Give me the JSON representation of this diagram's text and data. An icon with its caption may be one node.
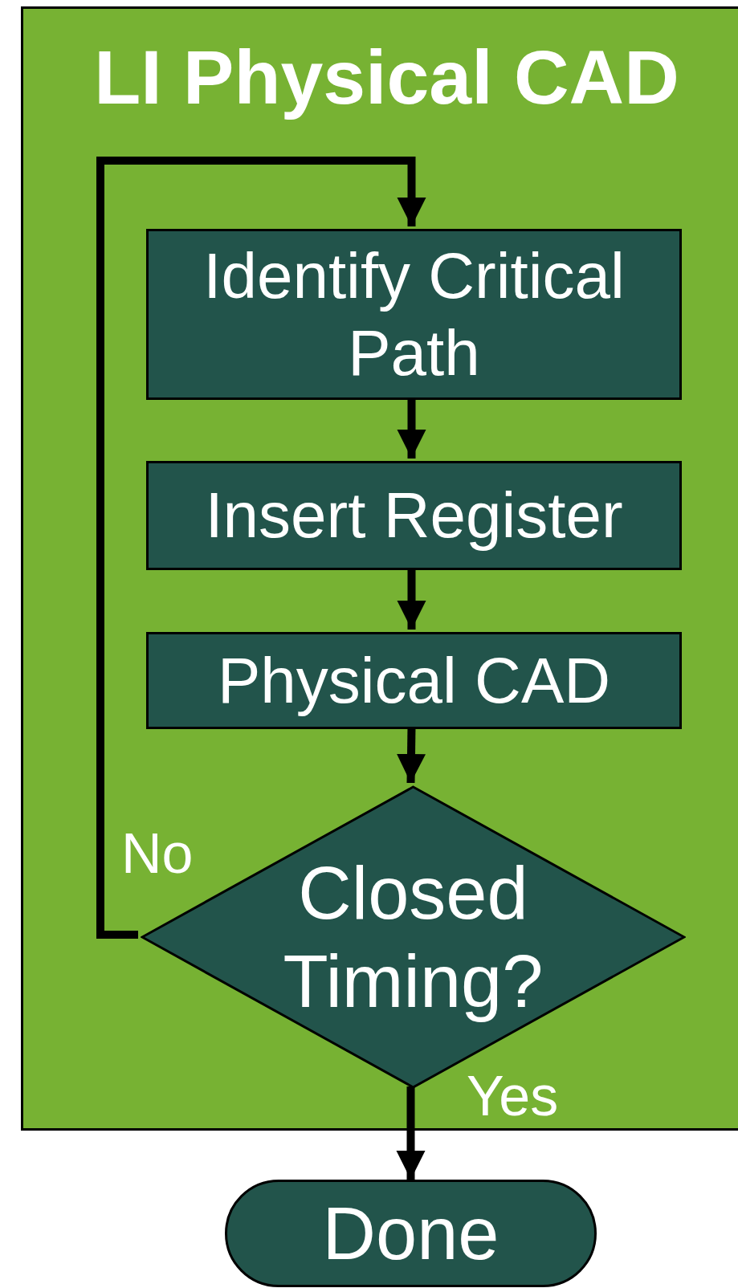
{
  "diagram": {
    "nodes": [
      {
        "text": [
          "LI Physical CAD"
        ]
      },
      {
        "text": [
          "Identify Critical Path"
        ],
        "in": 0
      },
      {
        "text": [
          "Insert Register"
        ],
        "in": 0
      },
      {
        "text": [
          "Physical CAD"
        ],
        "in": 0
      },
      {
        "text": [
          "Closed Timing?"
        ],
        "in": 0
      },
      {
        "text": [
          "Done"
        ]
      }
    ],
    "edges": [
      {
        "from": 1,
        "to": 2,
        "arrow": "to"
      },
      {
        "from": 2,
        "to": 3,
        "arrow": "to"
      },
      {
        "from": 3,
        "to": 4,
        "arrow": "to"
      },
      {
        "from": 4,
        "to": 5,
        "arrow": "to",
        "label": "Yes"
      },
      {
        "from": 4,
        "to": 1,
        "arrow": "to",
        "label": "No"
      }
    ]
  }
}
